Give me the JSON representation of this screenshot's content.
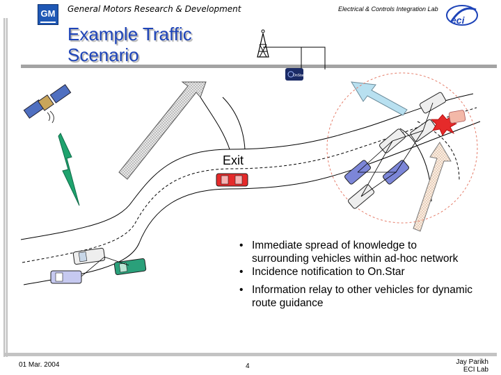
{
  "header": {
    "org": "General Motors Research & Development",
    "lab": "Electrical & Controls Integration Lab",
    "gm_logo_text": "GM",
    "eci_logo_text": "eci"
  },
  "title": "Example Traffic Scenario",
  "scene": {
    "exit_label": "Exit",
    "onstar_label": "OnStar",
    "icons": [
      "satellite-icon",
      "lightning-icon",
      "cell-tower-icon",
      "onstar-logo",
      "crash-icon"
    ],
    "colors": {
      "title": "#1e44b8",
      "arrow_fill": "#c7c7c7",
      "uplink_arrow": "#b8e0f0",
      "relay_arrow": "#f7e8d8",
      "lightning": "#1fa36e",
      "exit_car": "#e52a2a",
      "incident_circle": "#e57d6a"
    }
  },
  "bullets": [
    "Immediate spread of knowledge to surrounding vehicles within ad-hoc network",
    "Incidence notification to On.Star",
    "Information relay to other vehicles for dynamic route guidance"
  ],
  "footer": {
    "date": "01 Mar. 2004",
    "page": "4",
    "author_name": "Jay Parikh",
    "author_lab": "ECI Lab"
  }
}
